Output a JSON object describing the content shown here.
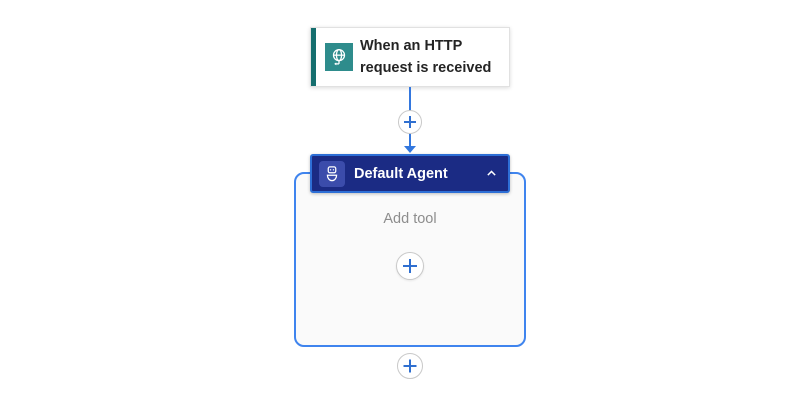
{
  "colors": {
    "connectorBlue": "#3377de",
    "plusBlue": "#2f6fd0",
    "circleBorder": "#c9c9c9",
    "headerBg": "#1b2b84",
    "headerBorder": "#2e6fd6",
    "tileBg": "#3b4cab",
    "containerBorder": "#3f84ee",
    "containerBg": "#fafafa",
    "tealBar": "#156e6e",
    "tealTile": "#2e8c8c",
    "cardBorder": "#e1e1e1",
    "triggerText": "#242424",
    "addToolGray": "#8d8d8d",
    "headerText": "#ffffff"
  },
  "trigger": {
    "title": "When an HTTP request is received",
    "icon": "http-request-icon"
  },
  "connector": {
    "insert_plus_icon": "plus-icon"
  },
  "agent": {
    "header_label": "Default Agent",
    "icon": "agent-bot-icon",
    "collapse_icon": "chevron-up-icon",
    "add_tool_label": "Add tool",
    "add_tool_plus_icon": "plus-icon"
  },
  "bottom": {
    "insert_plus_icon": "plus-icon"
  }
}
